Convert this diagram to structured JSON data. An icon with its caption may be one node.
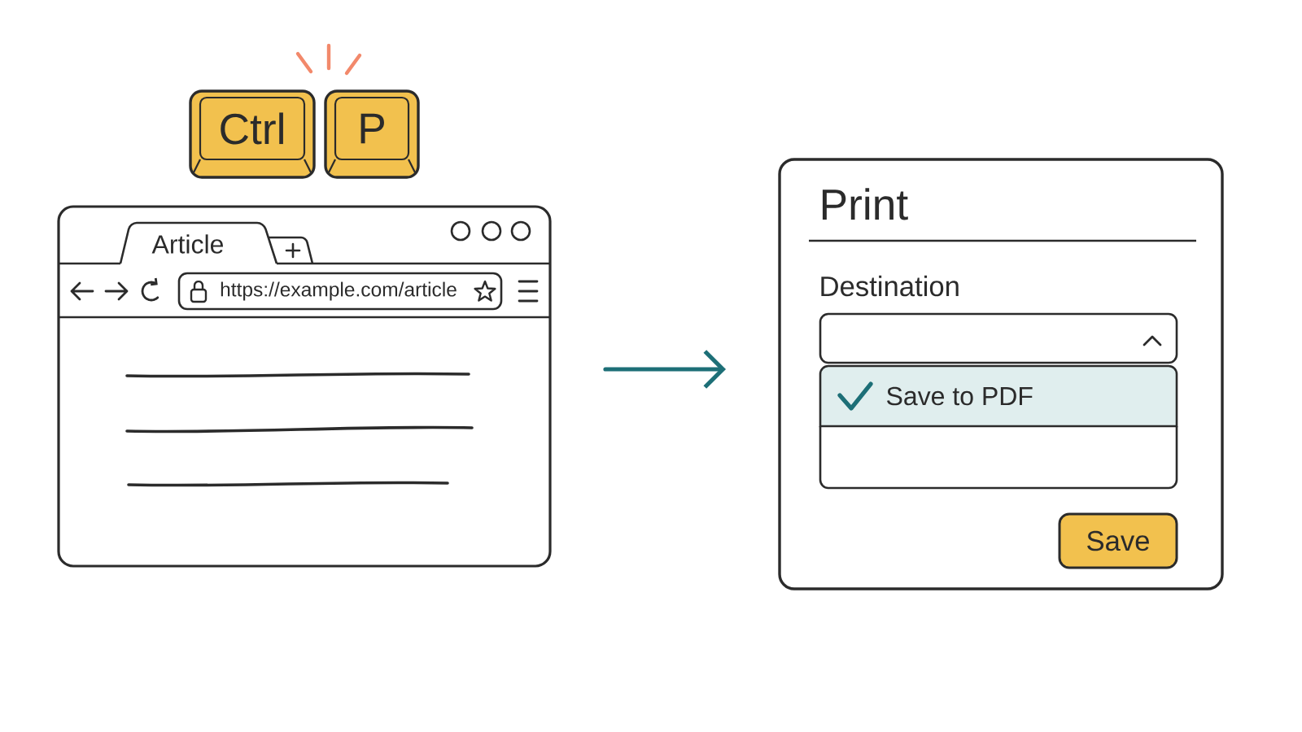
{
  "diagram": {
    "nodes": [
      {
        "text": [
          "Ctrl"
        ]
      },
      {
        "text": [
          "P"
        ]
      },
      {
        "text": [],
        "shape": "box"
      },
      {
        "text": [
          "Article"
        ],
        "in": 2
      },
      {
        "text": [
          "https://example.com/article"
        ],
        "in": 2
      },
      {
        "text": [
          "Print",
          "Destination"
        ]
      },
      {
        "text": [
          "Save to PDF"
        ],
        "in": 5
      },
      {
        "text": [],
        "shape": "box",
        "in": 5
      },
      {
        "text": [
          "Save"
        ],
        "in": 5
      }
    ],
    "edges": [
      {
        "from": 2,
        "to": 5,
        "arrow": "to"
      }
    ]
  }
}
